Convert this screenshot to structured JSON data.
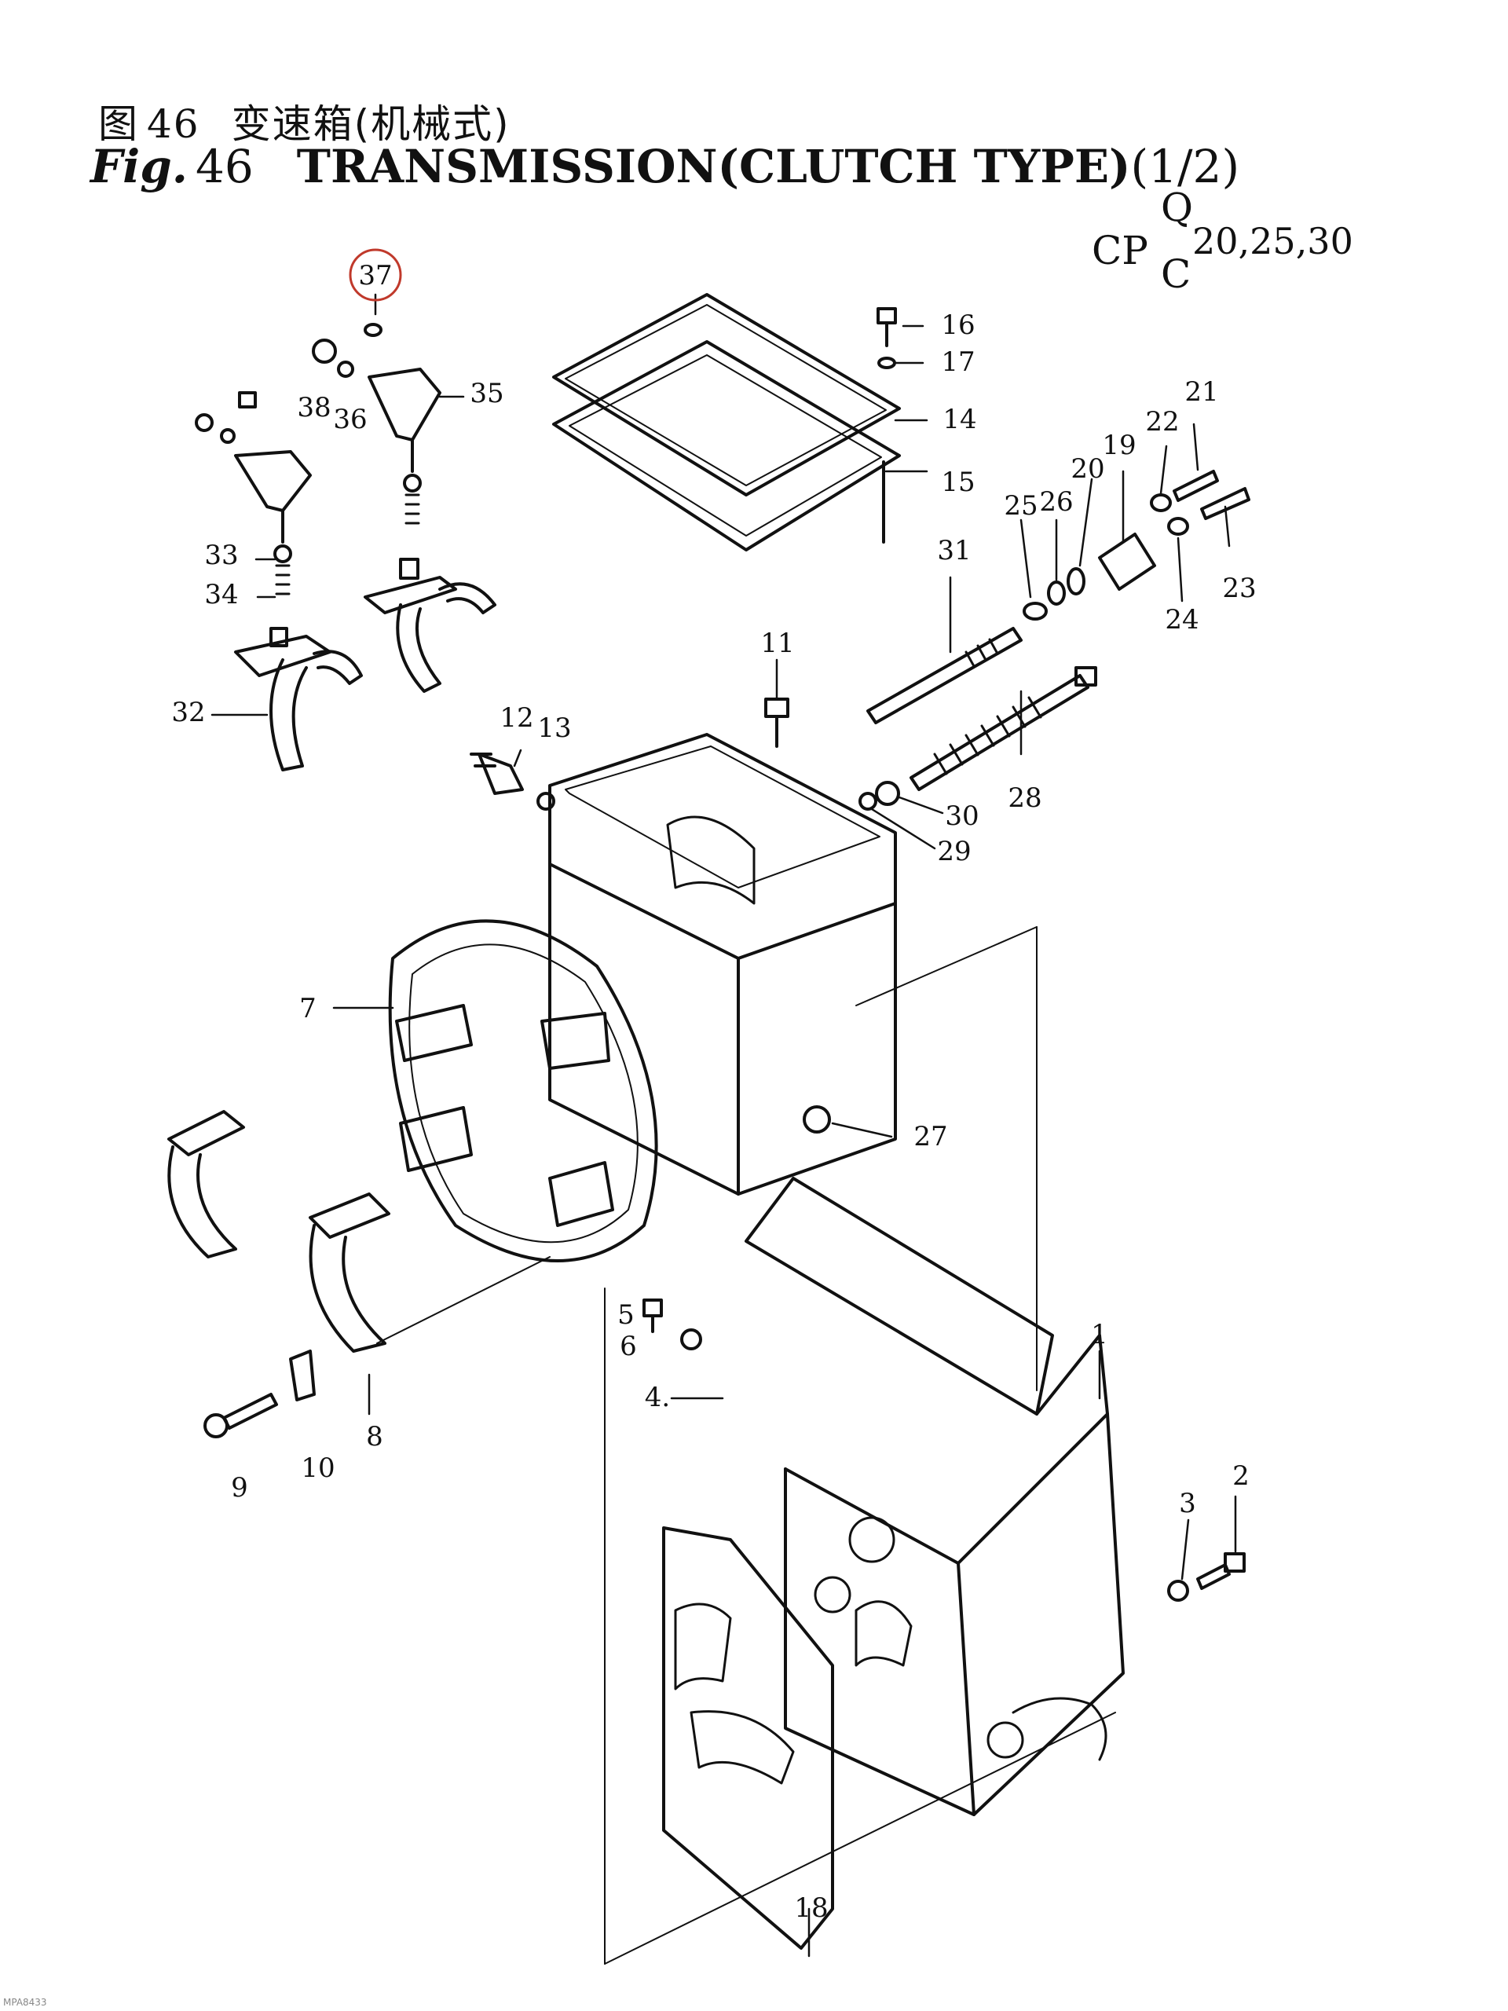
{
  "header": {
    "title_cn_label": "图",
    "title_cn_number": "46",
    "title_cn_text": "变速箱(机械式)",
    "fig_prefix": "Fig.",
    "fig_number": "46",
    "title_en": "TRANSMISSION(CLUTCH TYPE)",
    "part": "(1/2)"
  },
  "model": {
    "cp": "CP",
    "q": "Q",
    "c": "C",
    "numbers": "20,25,30"
  },
  "highlight_color": "#c0392b",
  "callouts": [
    {
      "id": "c37",
      "label": "37",
      "highlighted": true
    },
    {
      "id": "c38",
      "label": "38"
    },
    {
      "id": "c36",
      "label": "36"
    },
    {
      "id": "c35",
      "label": "35"
    },
    {
      "id": "c33",
      "label": "33"
    },
    {
      "id": "c34",
      "label": "34"
    },
    {
      "id": "c32",
      "label": "32"
    },
    {
      "id": "c16",
      "label": "16"
    },
    {
      "id": "c17",
      "label": "17"
    },
    {
      "id": "c14",
      "label": "14"
    },
    {
      "id": "c15",
      "label": "15"
    },
    {
      "id": "c21",
      "label": "21"
    },
    {
      "id": "c22",
      "label": "22"
    },
    {
      "id": "c19",
      "label": "19"
    },
    {
      "id": "c20",
      "label": "20"
    },
    {
      "id": "c26",
      "label": "26"
    },
    {
      "id": "c25",
      "label": "25"
    },
    {
      "id": "c23",
      "label": "23"
    },
    {
      "id": "c24",
      "label": "24"
    },
    {
      "id": "c31",
      "label": "31"
    },
    {
      "id": "c11",
      "label": "11"
    },
    {
      "id": "c12",
      "label": "12"
    },
    {
      "id": "c13",
      "label": "13"
    },
    {
      "id": "c28",
      "label": "28"
    },
    {
      "id": "c30",
      "label": "30"
    },
    {
      "id": "c29",
      "label": "29"
    },
    {
      "id": "c7",
      "label": "7"
    },
    {
      "id": "c27",
      "label": "27"
    },
    {
      "id": "c1",
      "label": "1"
    },
    {
      "id": "c5",
      "label": "5"
    },
    {
      "id": "c6",
      "label": "6"
    },
    {
      "id": "c4",
      "label": "4."
    },
    {
      "id": "c8",
      "label": "8"
    },
    {
      "id": "c9",
      "label": "9"
    },
    {
      "id": "c10",
      "label": "10"
    },
    {
      "id": "c3",
      "label": "3"
    },
    {
      "id": "c2",
      "label": "2"
    },
    {
      "id": "c18",
      "label": "18"
    }
  ],
  "footer_code": "MPA8433"
}
